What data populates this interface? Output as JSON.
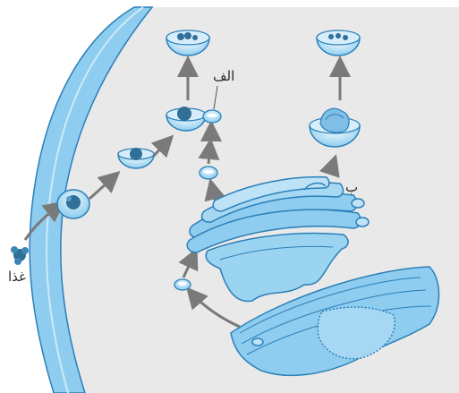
{
  "labels": {
    "alef": "الف",
    "be": "ب",
    "food": "غذا"
  },
  "colors": {
    "background": "#e9e9e9",
    "membrane": "#5fb3e3",
    "membrane_light": "#bfe3f6",
    "membrane_dark": "#2b7fb8",
    "particle": "#2f6f98",
    "arrow": "#7a7a7a"
  }
}
